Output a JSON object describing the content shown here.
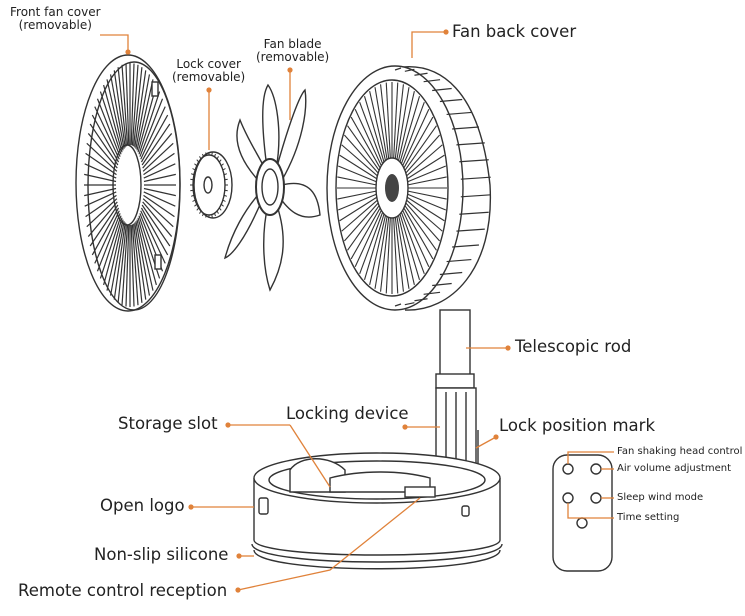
{
  "labels": {
    "front_fan_cover": "Front fan cover\n(removable)",
    "lock_cover": "Lock cover\n(removable)",
    "fan_blade": "Fan blade\n(removable)",
    "fan_back_cover": "Fan back cover",
    "telescopic_rod": "Telescopic rod",
    "storage_slot": "Storage slot",
    "locking_device": "Locking device",
    "lock_position_mark": "Lock position mark",
    "open_logo": "Open logo",
    "non_slip_silicone": "Non-slip silicone",
    "remote_control_reception": "Remote control reception"
  },
  "remote": {
    "fan_shaking_head_control": "Fan shaking head control",
    "air_volume_adjustment": "Air volume adjustment",
    "sleep_wind_mode": "Sleep wind mode",
    "time_setting": "Time setting"
  },
  "colors": {
    "leader_line": "#e0823a",
    "ink": "#333333"
  }
}
